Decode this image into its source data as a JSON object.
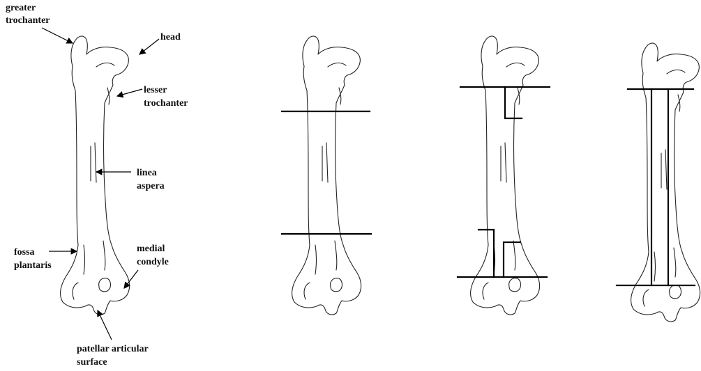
{
  "figure": {
    "labels": {
      "greater_trochanter": [
        "greater",
        "trochanter"
      ],
      "head": [
        "head"
      ],
      "lesser_trochanter": [
        "lesser",
        "trochanter"
      ],
      "linea_aspera": [
        "linea",
        "aspera"
      ],
      "fossa_plantaris": [
        "fossa",
        "plantaris"
      ],
      "medial_condyle": [
        "medial",
        "condyle"
      ],
      "patellar_articular_surface": [
        "patellar articular",
        "surface"
      ]
    }
  }
}
